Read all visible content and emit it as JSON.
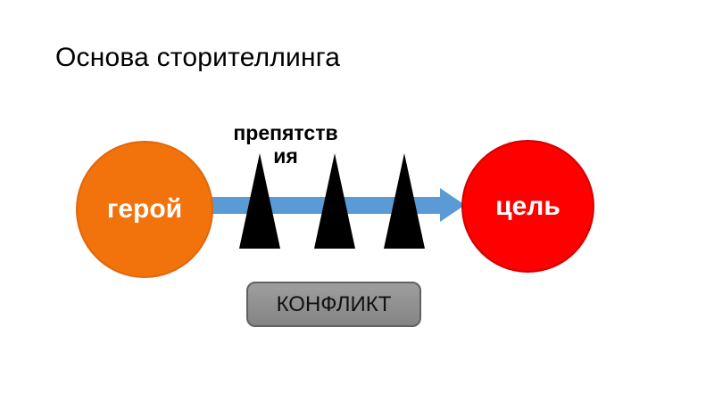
{
  "slide": {
    "title": "Основа сторителлинга",
    "background_color": "#FFFFFF"
  },
  "diagram": {
    "hero": {
      "label": "герой",
      "color": "#F2720C",
      "text_color": "#FFFFFF",
      "shape": "circle"
    },
    "goal": {
      "label": "цель",
      "color": "#FE0000",
      "text_color": "#FFFFFF",
      "shape": "circle"
    },
    "arrow": {
      "color": "#5B9BD5",
      "direction": "right",
      "from": "герой",
      "to": "цель"
    },
    "obstacles": {
      "label": "препятствия",
      "count": 3,
      "color": "#000000",
      "shape": "triangle"
    },
    "conflict": {
      "label": "КОНФЛИКТ",
      "color": "#8F8F8F",
      "text_color": "#111111",
      "shape": "rounded-rectangle"
    }
  }
}
